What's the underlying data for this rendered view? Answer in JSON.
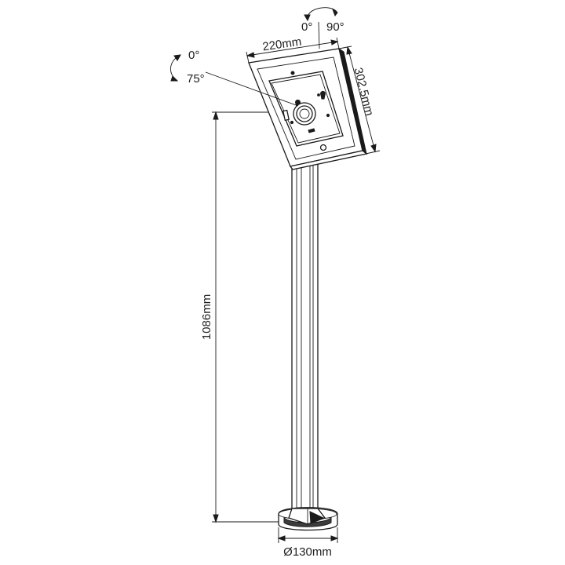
{
  "dimensions": {
    "width": "220mm",
    "depth": "302.5mm",
    "height": "1086mm",
    "base_diameter": "Ø130mm"
  },
  "rotation": {
    "start": "0°",
    "end": "90°"
  },
  "tilt": {
    "start": "0°",
    "end": "75°"
  }
}
